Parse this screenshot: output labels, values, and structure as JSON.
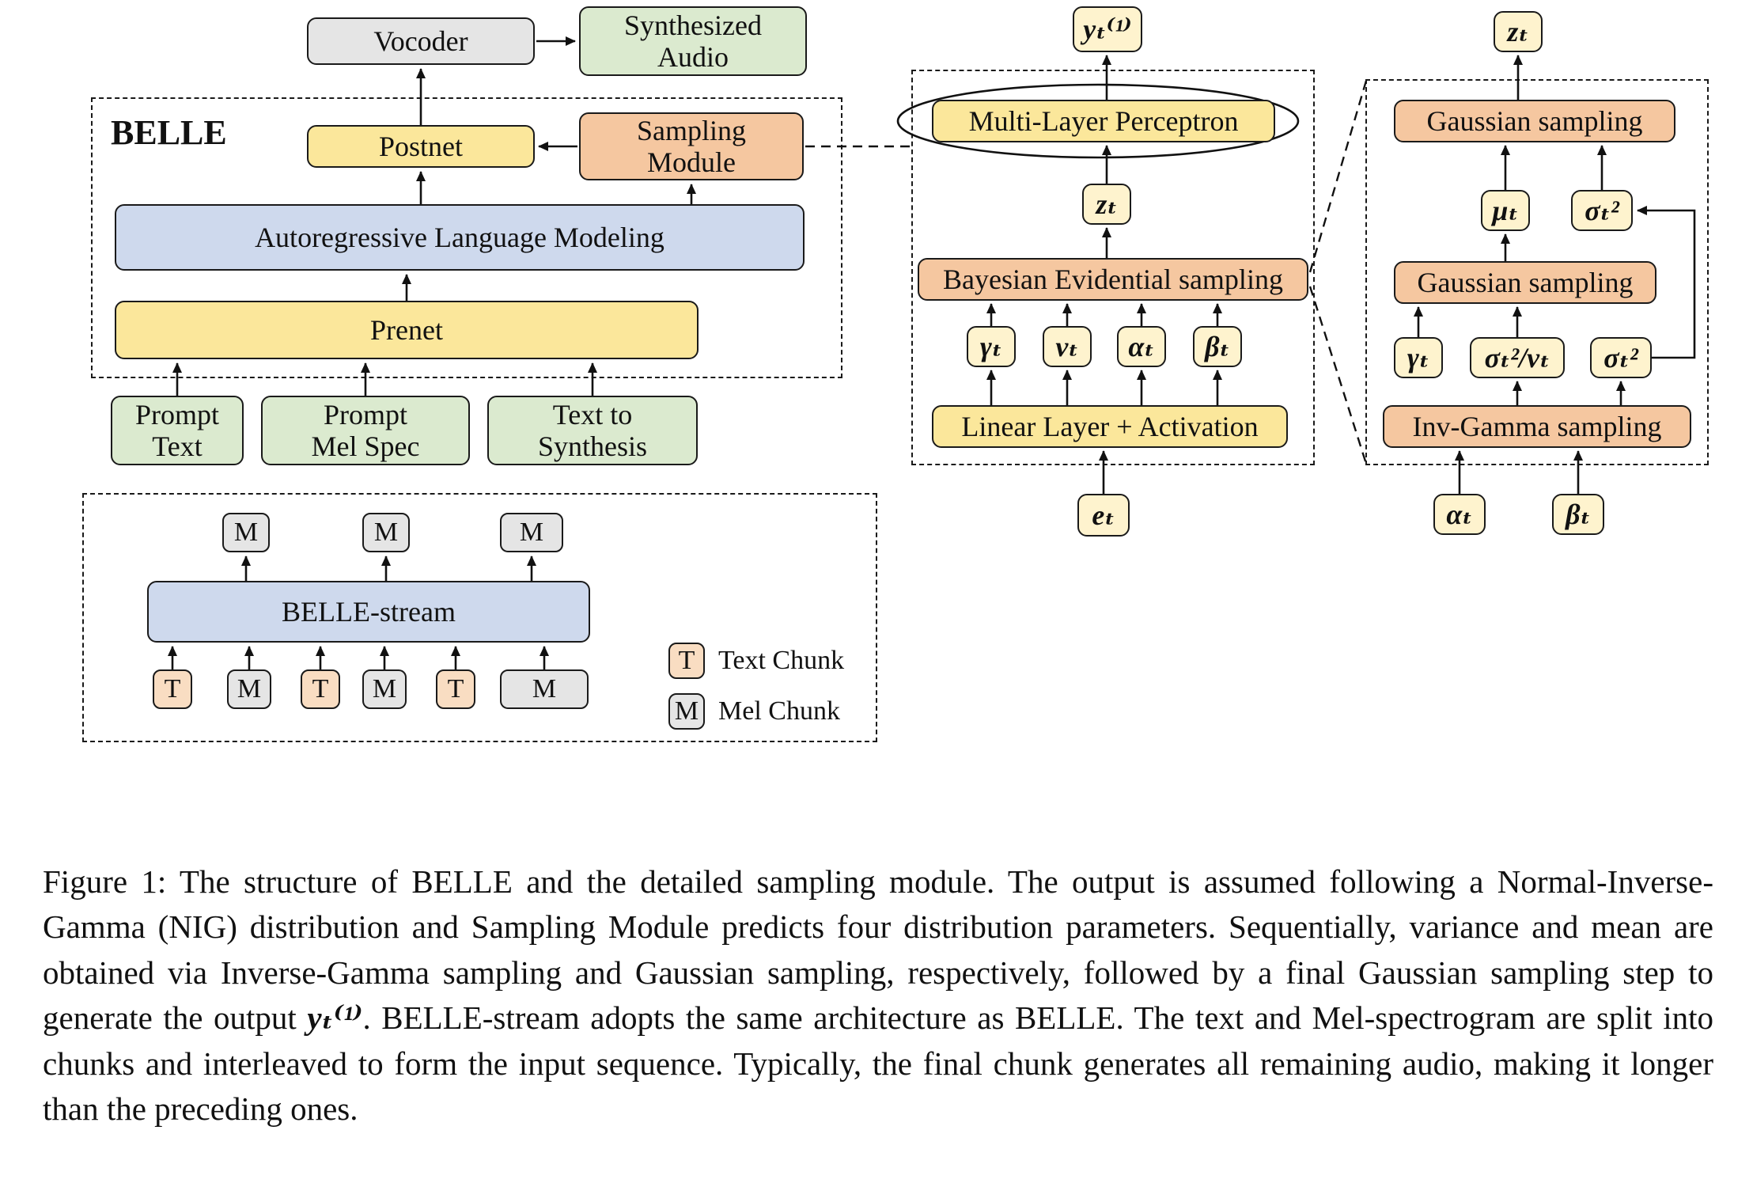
{
  "figure": {
    "caption_prefix": "Figure 1: The structure of BELLE and the detailed sampling module. The output is assumed following a Normal-Inverse-Gamma (NIG) distribution and Sampling Module predicts four distribution parameters. Sequentially, variance and mean are obtained via Inverse-Gamma sampling and Gaussian sampling, respectively, followed by a final Gaussian sampling step to generate the output ",
    "caption_math": "yₜ⁽¹⁾",
    "caption_suffix": ". BELLE-stream adopts the same architecture as BELLE. The text and Mel-spectrogram are split into chunks and interleaved to form the input sequence. Typically, the final chunk generates all remaining audio, making it longer than the preceding ones."
  },
  "colors": {
    "yellow": "#FBE79B",
    "pale_yellow": "#FEF3CE",
    "salmon": "#F5C7A0",
    "blue": "#CED9ED",
    "green": "#DBEACF",
    "gray": "#E5E5E5",
    "peach": "#F9DDC2"
  },
  "belle": {
    "title": "BELLE",
    "vocoder": "Vocoder",
    "synthesized_audio": "Synthesized\nAudio",
    "postnet": "Postnet",
    "sampling_module": "Sampling\nModule",
    "alm": "Autoregressive Language Modeling",
    "prenet": "Prenet",
    "prompt_text": "Prompt\nText",
    "prompt_mel_spec": "Prompt\nMel Spec",
    "text_to_synthesis": "Text to\nSynthesis"
  },
  "stream": {
    "belle_stream": "BELLE-stream",
    "top_chunks": [
      "M",
      "M",
      "M"
    ],
    "bottom_chunks": [
      "T",
      "M",
      "T",
      "M",
      "T",
      "M"
    ],
    "legend": {
      "t_symbol": "T",
      "t_label": "Text Chunk",
      "m_symbol": "M",
      "m_label": "Mel Chunk"
    }
  },
  "sampling_module": {
    "output": "yₜ⁽¹⁾",
    "mlp": "Multi-Layer Perceptron",
    "z": "zₜ",
    "bes": "Bayesian Evidential sampling",
    "params": [
      "γₜ",
      "νₜ",
      "αₜ",
      "βₜ"
    ],
    "linear": "Linear Layer + Activation",
    "input": "eₜ"
  },
  "bes_detail": {
    "z": "zₜ",
    "gaussian_sampling_top": "Gaussian sampling",
    "mu": "μₜ",
    "sigma_sq_top": "σₜ²",
    "gaussian_sampling_mid": "Gaussian sampling",
    "gamma": "γₜ",
    "sigma_sq_over_nu": "σₜ²/νₜ",
    "sigma_sq_bottom": "σₜ²",
    "inv_gamma": "Inv-Gamma sampling",
    "alpha": "αₜ",
    "beta": "βₜ"
  }
}
